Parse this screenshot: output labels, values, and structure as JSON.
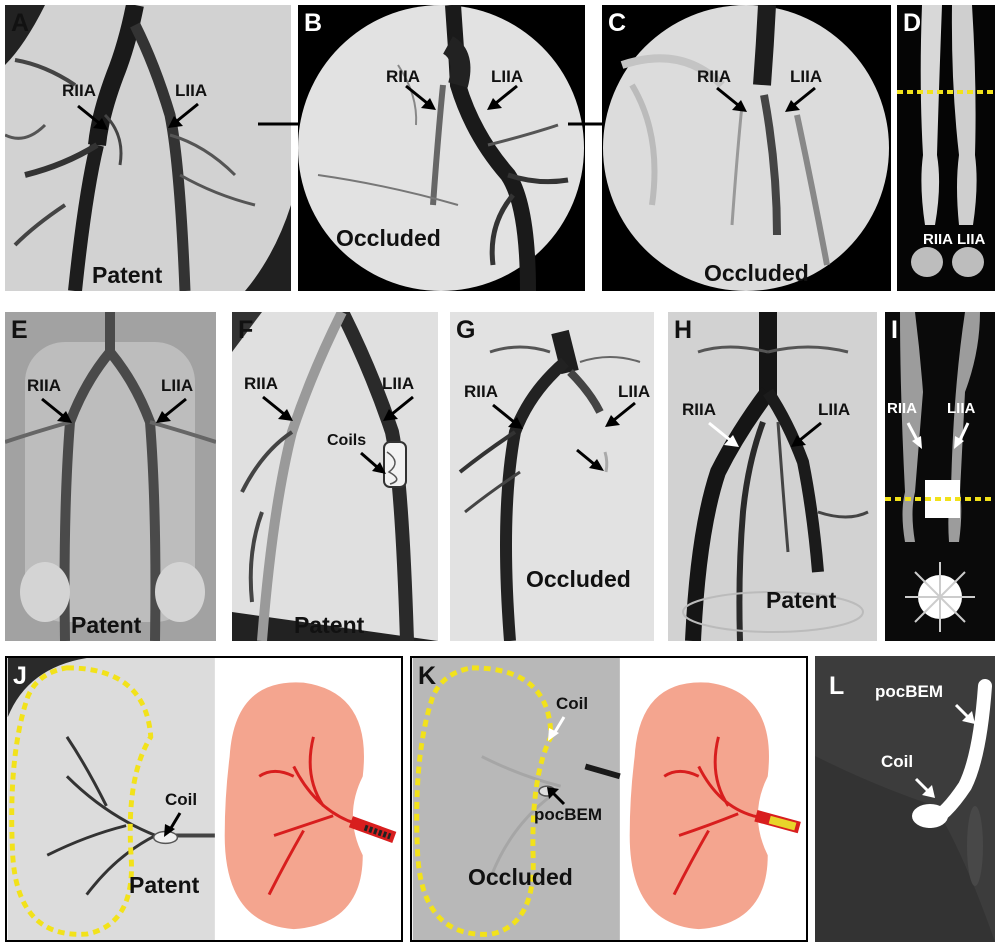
{
  "figure": {
    "panels": [
      {
        "id": "A",
        "letter": "A",
        "labels": {
          "riia": "RIIA",
          "liia": "LIIA",
          "state": "Patent"
        }
      },
      {
        "id": "B",
        "letter": "B",
        "labels": {
          "riia": "RIIA",
          "liia": "LIIA",
          "state": "Occluded"
        }
      },
      {
        "id": "C",
        "letter": "C",
        "labels": {
          "riia": "RIIA",
          "liia": "LIIA",
          "state": "Occluded"
        }
      },
      {
        "id": "D",
        "letter": "D",
        "labels": {
          "riia": "RIIA",
          "liia": "LIIA"
        }
      },
      {
        "id": "E",
        "letter": "E",
        "labels": {
          "riia": "RIIA",
          "liia": "LIIA",
          "state": "Patent"
        }
      },
      {
        "id": "F",
        "letter": "F",
        "labels": {
          "riia": "RIIA",
          "liia": "LIIA",
          "coils": "Coils",
          "state": "Patent"
        }
      },
      {
        "id": "G",
        "letter": "G",
        "labels": {
          "riia": "RIIA",
          "liia": "LIIA",
          "state": "Occluded"
        }
      },
      {
        "id": "H",
        "letter": "H",
        "labels": {
          "riia": "RIIA",
          "liia": "LIIA",
          "state": "Patent"
        }
      },
      {
        "id": "I",
        "letter": "I",
        "labels": {
          "riia": "RIIA",
          "liia": "LIIA"
        }
      },
      {
        "id": "J",
        "letter": "J",
        "labels": {
          "coil": "Coil",
          "state": "Patent"
        }
      },
      {
        "id": "K",
        "letter": "K",
        "labels": {
          "coil": "Coil",
          "device": "pocBEM",
          "state": "Occluded"
        }
      },
      {
        "id": "L",
        "letter": "L",
        "labels": {
          "device": "pocBEM",
          "coil": "Coil"
        }
      }
    ]
  },
  "colors": {
    "marker_dash": "#f2e21a",
    "kidney": "#f4a58f",
    "artery": "#d81e1e"
  }
}
